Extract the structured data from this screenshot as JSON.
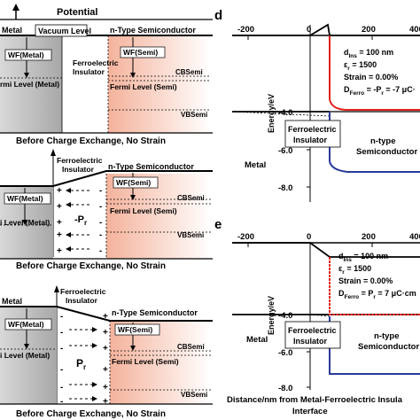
{
  "left": {
    "top": {
      "potential": "Potential",
      "vacuum_level": "Vacuum Level",
      "metal": "Metal",
      "n_type": "n-Type Semiconductor",
      "wf_metal": "WF(Metal)",
      "wf_semi": "WF(Semi)",
      "ferro": [
        "Ferroelectric",
        "Insulator"
      ],
      "fermi_metal": "rmi Level (Metal)",
      "fermi_semi": "Fermi Level (Semi)",
      "cb": "CBSemi",
      "vb": "VBSemi",
      "caption": "Before Charge Exchange, No Strain"
    },
    "middle": {
      "ferro": [
        "Ferroelectric",
        "Insulator"
      ],
      "n_type": "n-Type Semiconductor",
      "wf_metal": "WF(Metal)",
      "wf_semi": "WF(Semi)",
      "fermi_metal": "i Level (Metal)",
      "fermi_semi": "Fermi Level (Semi)",
      "cb": "CBSemi",
      "vb": "VBSemi",
      "pol": "-P",
      "pol_sub": "r",
      "caption": "Before Charge Exchange, No Strain"
    },
    "bottom": {
      "metal": "Metal",
      "ferro": [
        "Ferroelectric",
        "Insulator"
      ],
      "n_type": "n-Type Semiconductor",
      "wf_metal": "WF(Metal)",
      "wf_semi": "WF(Semi)",
      "fermi_metal": "i Level (Metal)",
      "fermi_semi": "Fermi Level (Semi)",
      "cb": "CBSemi",
      "vb": "VBSemi",
      "pol": "P",
      "pol_sub": "r",
      "caption": "Before Charge Exchange, No Strain"
    }
  },
  "panel_d": {
    "letter": "d",
    "x_ticks": [
      "-200",
      "0",
      "200",
      "400"
    ],
    "y_ticks": [
      "-4.0",
      "-6.0",
      "-8.0"
    ],
    "ylabel": "Energy/eV",
    "params": {
      "d_ins": [
        "d",
        "Ins",
        " = 100 nm"
      ],
      "eps": [
        "ε",
        "r",
        " = 1500"
      ],
      "strain": "Strain = 0.00%",
      "dferro": [
        "D",
        "Ferro",
        " = -P",
        "r",
        " = -7 μC·"
      ]
    },
    "ferro_box": [
      "Ferroelectric",
      "Insulator"
    ],
    "metal": "Metal",
    "ntype": [
      "n-type",
      "Semiconductor"
    ]
  },
  "panel_e": {
    "letter": "e",
    "x_ticks": [
      "-200",
      "0",
      "200",
      "400"
    ],
    "y_ticks": [
      "-4.0",
      "-6.0",
      "-8.0"
    ],
    "ylabel": "Energy/eV",
    "params": {
      "d_ins": [
        "d",
        "Ins",
        " = 100 nm"
      ],
      "eps": [
        "ε",
        "r",
        " = 1500"
      ],
      "strain": "Strain = 0.00%",
      "dferro": [
        "D",
        "Ferro",
        " = P",
        "r",
        " = 7 μC·cm"
      ]
    },
    "ferro_box": [
      "Ferroelectric",
      "Insulator"
    ],
    "metal": "Metal",
    "ntype": [
      "n-type",
      "Semiconductor"
    ],
    "xlabel": [
      "Distance/nm from Metal-Ferroelectric Insula",
      "Interface"
    ]
  },
  "colors": {
    "metal_gray": "#b8b8b8",
    "semi_pink": "#f4b49c",
    "red_line": "#e0201c",
    "blue_line": "#2a3a9a"
  }
}
